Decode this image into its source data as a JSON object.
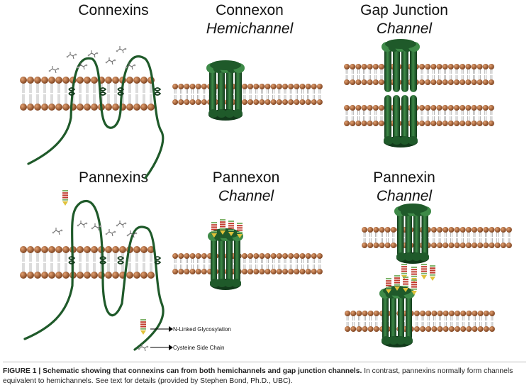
{
  "panels": [
    {
      "title": "Connexins",
      "subtitle": ""
    },
    {
      "title": "Connexon",
      "subtitle": "Hemichannel"
    },
    {
      "title": "Gap Junction",
      "subtitle": "Channel"
    },
    {
      "title": "Pannexins",
      "subtitle": ""
    },
    {
      "title": "Pannexon",
      "subtitle": "Channel"
    },
    {
      "title": "Pannexin",
      "subtitle": "Channel"
    }
  ],
  "legend": {
    "glycosylation": "N-Linked Glycosylation",
    "cysteine": "Cysteine Side Chain"
  },
  "caption": {
    "label": "FIGURE 1 | Schematic showing that connexins can from both hemichannels and gap junction channels.",
    "text": " In contrast, pannexins normally form channels equivalent to hemichannels. See text for details (provided by Stephen Bond, Ph.D., UBC)."
  },
  "colors": {
    "lipid_head": "#b0693a",
    "lipid_head_dark": "#7a3f1c",
    "tail": "#8a8a8a",
    "protein": "#1f5a2a",
    "protein_dark": "#123a1b",
    "protein_light": "#3e8a48",
    "glyco_red": "#c0392b",
    "glyco_green": "#7fb36a",
    "glyco_yellow": "#e0c23a"
  }
}
